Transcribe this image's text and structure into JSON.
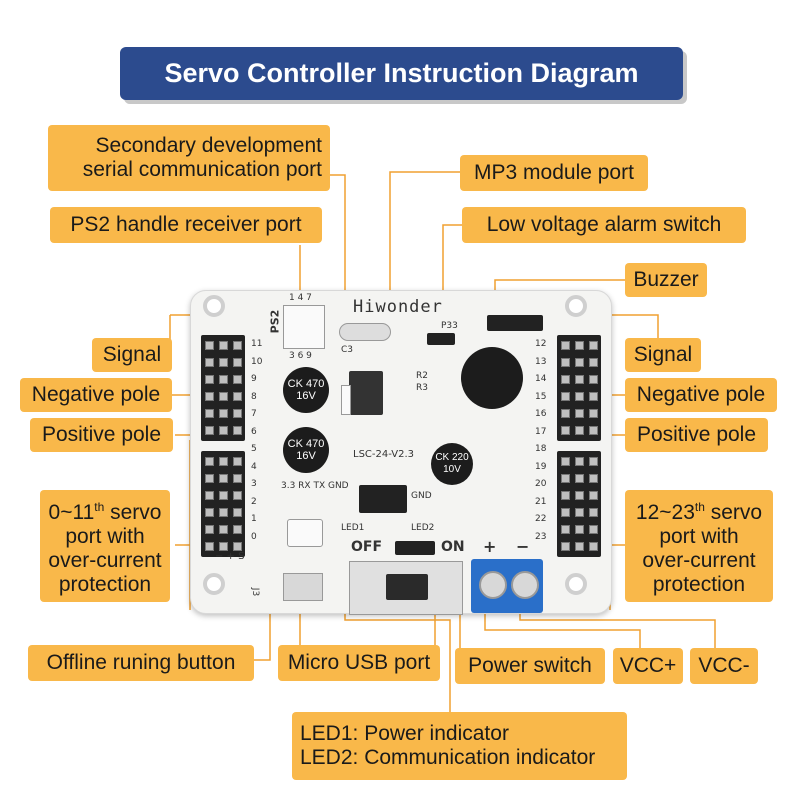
{
  "title": "Servo Controller Instruction Diagram",
  "labels": {
    "secondary_dev_port_line1": "Secondary development",
    "secondary_dev_port_line2": "serial communication port",
    "ps2_port": "PS2 handle receiver port",
    "mp3_port": "MP3 module port",
    "low_voltage_switch": "Low voltage alarm switch",
    "buzzer": "Buzzer",
    "signal_left": "Signal",
    "negative_left": "Negative pole",
    "positive_left": "Positive pole",
    "signal_right": "Signal",
    "negative_right": "Negative pole",
    "positive_right": "Positive pole",
    "left_ports_prefix": "0~11",
    "left_ports_sup": "th",
    "left_ports_suffix": " servo",
    "left_ports_line2": "port with",
    "left_ports_line3": "over-current",
    "left_ports_line4": "protection",
    "right_ports_prefix": "12~23",
    "right_ports_sup": "th",
    "right_ports_suffix": " servo",
    "right_ports_line2": "port with",
    "right_ports_line3": "over-current",
    "right_ports_line4": "protection",
    "offline_button": "Offline runing button",
    "micro_usb": "Micro USB port",
    "power_switch": "Power switch",
    "vcc_plus": "VCC+",
    "vcc_minus": "VCC-",
    "led1": "LED1: Power indicator",
    "led2": "LED2: Communication indicator"
  },
  "board": {
    "brand": "Hiwonder",
    "model": "LSC-24-V2.3",
    "ps2_silk": "PS2",
    "p33": "P33",
    "cap1": "CK 470 16V",
    "cap2": "CK 470 16V",
    "cap3": "CK 220 10V",
    "serial_pins": "3.3 RX TX GND",
    "gnd": "GND",
    "led1_silk": "LED1",
    "led2_silk": "LED2",
    "off": "OFF",
    "on": "ON",
    "plus": "+",
    "minus": "−",
    "c3": "C3",
    "r2": "R2",
    "r3": "R3",
    "j3": "J3",
    "ps2_top": "1 4 7",
    "ps2_bottom": "3 6 9",
    "left_row_nums": [
      "11",
      "10",
      "9",
      "8",
      "7",
      "6",
      "5",
      "4",
      "3",
      "2",
      "1",
      "0"
    ],
    "right_row_nums": [
      "12",
      "13",
      "14",
      "15",
      "16",
      "17",
      "18",
      "19",
      "20",
      "21",
      "22",
      "23"
    ],
    "left_bottom_silk": "− + S"
  }
}
